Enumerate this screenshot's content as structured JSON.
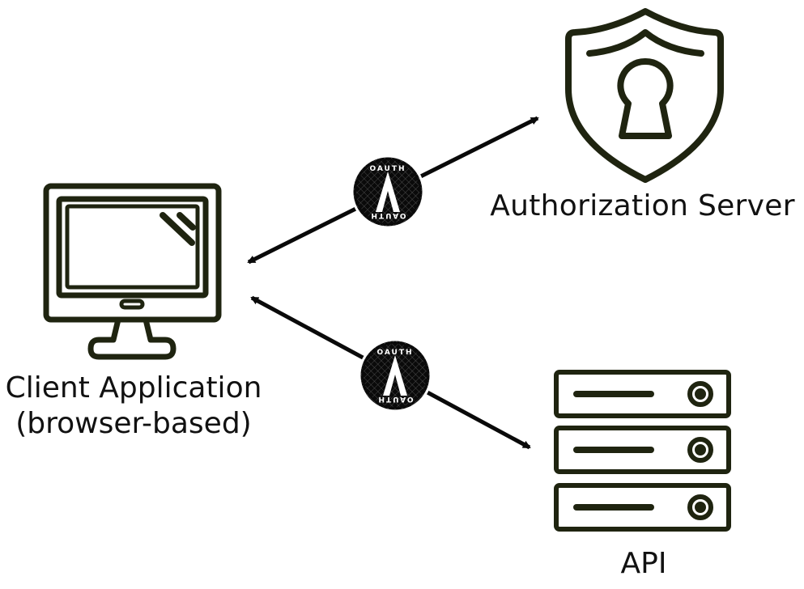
{
  "nodes": {
    "authorization_server": {
      "label": "Authorization Server",
      "icon": "shield-keyhole-icon"
    },
    "client_application": {
      "label_line1": "Client Application",
      "label_line2": "(browser-based)",
      "icon": "monitor-icon"
    },
    "api": {
      "label": "API",
      "icon": "server-stack-icon"
    }
  },
  "badges": {
    "top": {
      "text_top": "OAUTH",
      "text_bottom": "OAUTH",
      "letter": "A"
    },
    "bottom": {
      "text_top": "OAUTH",
      "text_bottom": "OAUTH",
      "letter": "A"
    }
  },
  "colors": {
    "stroke": "#1f2410",
    "text": "#111111",
    "badge": "#0a0a0a"
  }
}
